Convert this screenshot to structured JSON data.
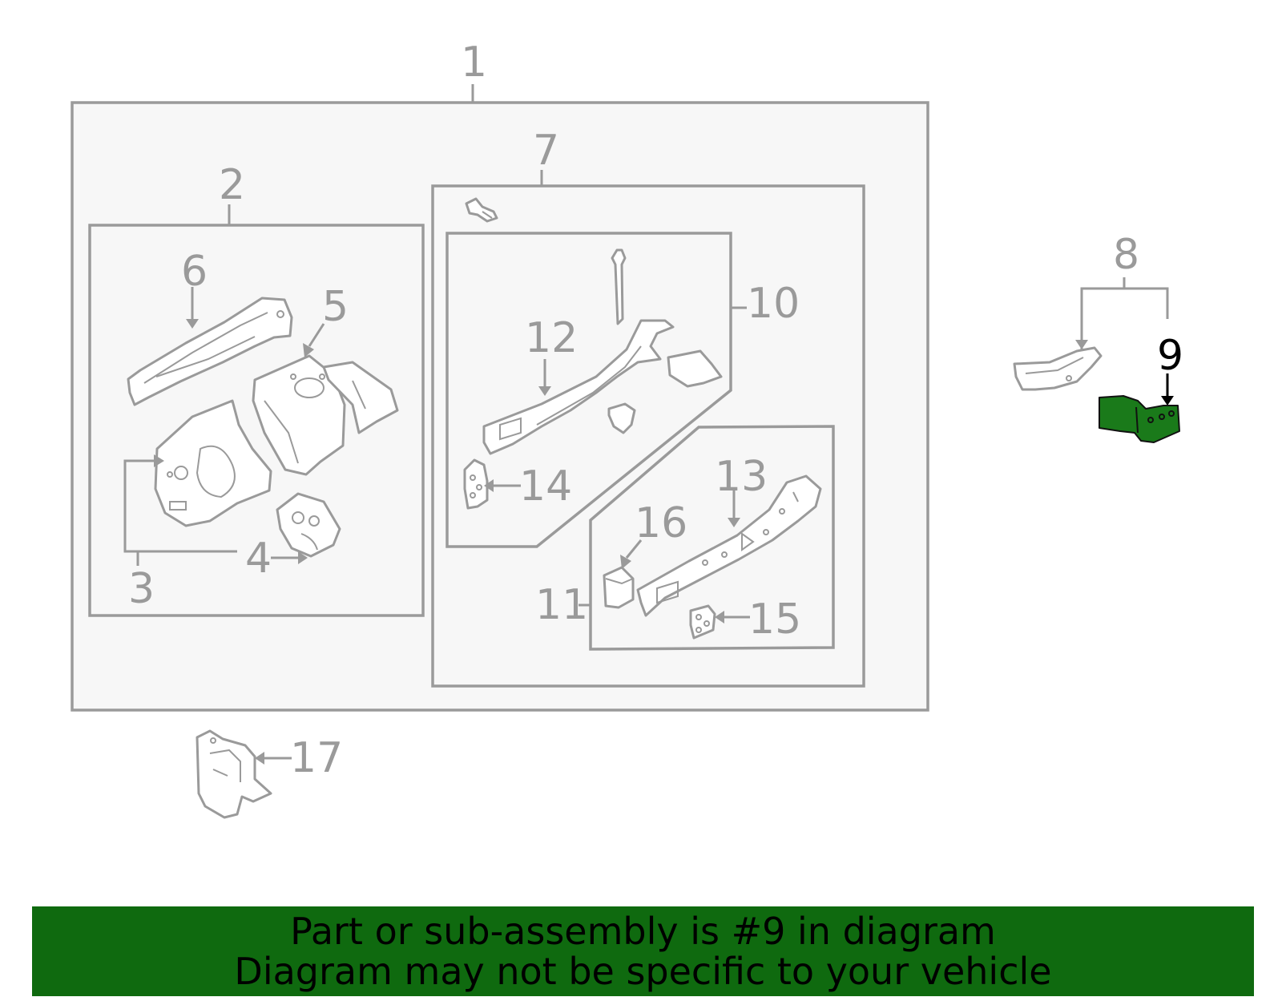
{
  "callouts": {
    "c1": "1",
    "c2": "2",
    "c3": "3",
    "c4": "4",
    "c5": "5",
    "c6": "6",
    "c7": "7",
    "c8": "8",
    "c9": "9",
    "c10": "10",
    "c11": "11",
    "c12": "12",
    "c13": "13",
    "c14": "14",
    "c15": "15",
    "c16": "16",
    "c17": "17"
  },
  "highlight": {
    "part_number": "9",
    "color": "#1a7a1a"
  },
  "banner": {
    "line1": "Part or sub-assembly is #9 in diagram",
    "line2": "Diagram may not be specific to your vehicle",
    "background": "#0f6a0f"
  },
  "colors": {
    "linework": "#9a9a9a",
    "panel_fill": "#f7f7f7"
  }
}
